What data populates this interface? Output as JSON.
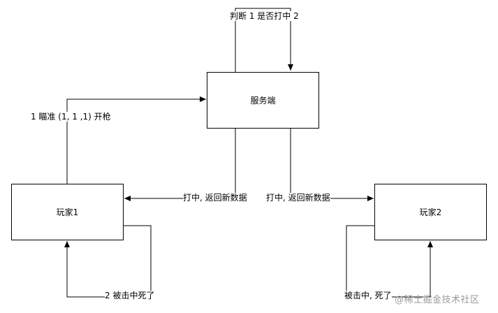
{
  "nodes": {
    "server": "服务端",
    "player1": "玩家1",
    "player2": "玩家2"
  },
  "edges": {
    "check_hit": "判断 1 是否打中 2",
    "aim_fire": "1 瞄准 (1, 1 ,1) 开枪",
    "hit_return_left": "打中, 返回新数据",
    "hit_return_right": "打中, 返回新数据",
    "p2_hit_dead": "2 被击中死了",
    "p2_self_dead": "被击中, 死了"
  },
  "watermark": "@稀土掘金技术社区"
}
